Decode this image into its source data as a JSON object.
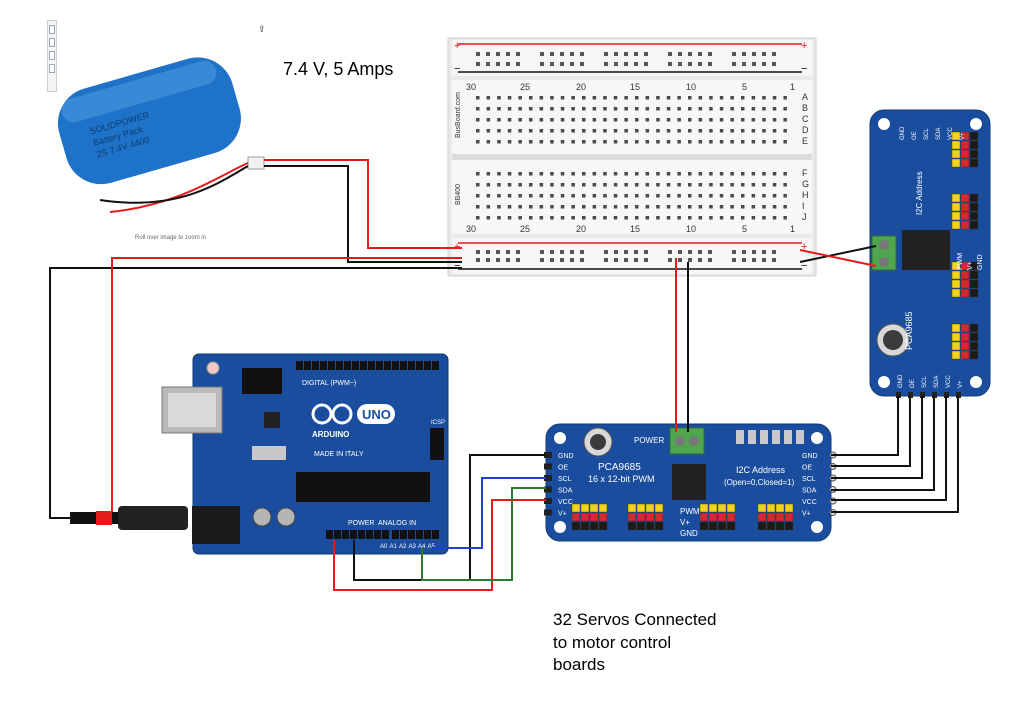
{
  "labels": {
    "battery_spec": "7.4 V, 5 Amps",
    "caption": "32 Servos Connected\nto motor control\nboards",
    "zoom_hint": "Roll over image to zoom in"
  },
  "breadboard": {
    "brand": "BusBoard.com",
    "model": "BB400",
    "column_numbers": [
      "30",
      "25",
      "20",
      "15",
      "10",
      "5",
      "1"
    ],
    "rows_top": [
      "A",
      "B",
      "C",
      "D",
      "E"
    ],
    "rows_bottom": [
      "F",
      "G",
      "H",
      "I",
      "J"
    ],
    "rail_plus": "+",
    "rail_minus": "−"
  },
  "arduino": {
    "logo": "UNO",
    "name": "ARDUINO",
    "made_in": "MADE IN ITALY",
    "digital_label": "DIGITAL (PWM~)",
    "power_label": "POWER",
    "analog_label": "ANALOG IN",
    "icsp": "ICSP",
    "pin_labels_analog": [
      "A0",
      "A1",
      "A2",
      "A3",
      "A4",
      "A5"
    ]
  },
  "driver_main": {
    "chip": "PCA9685",
    "subtitle": "16 x 12-bit PWM",
    "i2c": "I2C Address",
    "i2c_hint": "(Open=0,Closed=1)",
    "power": "POWER",
    "pins_left": [
      "GND",
      "OE",
      "SCL",
      "SDA",
      "VCC",
      "V+"
    ],
    "pins_right": [
      "GND",
      "OE",
      "SCL",
      "SDA",
      "VCC",
      "V+"
    ],
    "header_labels": [
      "PWM",
      "V+",
      "GND"
    ]
  },
  "driver_second": {
    "chip": "PCA9685",
    "i2c": "I2C Address",
    "pins_top": [
      "GND",
      "OE",
      "SCL",
      "SDA",
      "VCC",
      "V+"
    ],
    "pins_bottom": [
      "GND",
      "OE",
      "SCL",
      "SDA",
      "VCC",
      "V+"
    ],
    "side_labels": [
      "PWM",
      "V+",
      "GND"
    ]
  },
  "battery": {
    "text_lines": [
      "SOLIDPOWER",
      "Battery Pack",
      "2S 7.4V 4400"
    ]
  },
  "colors": {
    "wire_red": "#e31b1b",
    "wire_black": "#111111",
    "wire_blue": "#1f3fd6",
    "wire_green": "#2d7a2d",
    "board_blue": "#1a4d9e",
    "battery_blue": "#1e73c8",
    "header_yellow": "#f2d21a",
    "header_red": "#d32a2a",
    "terminal_green": "#4fa64f"
  }
}
